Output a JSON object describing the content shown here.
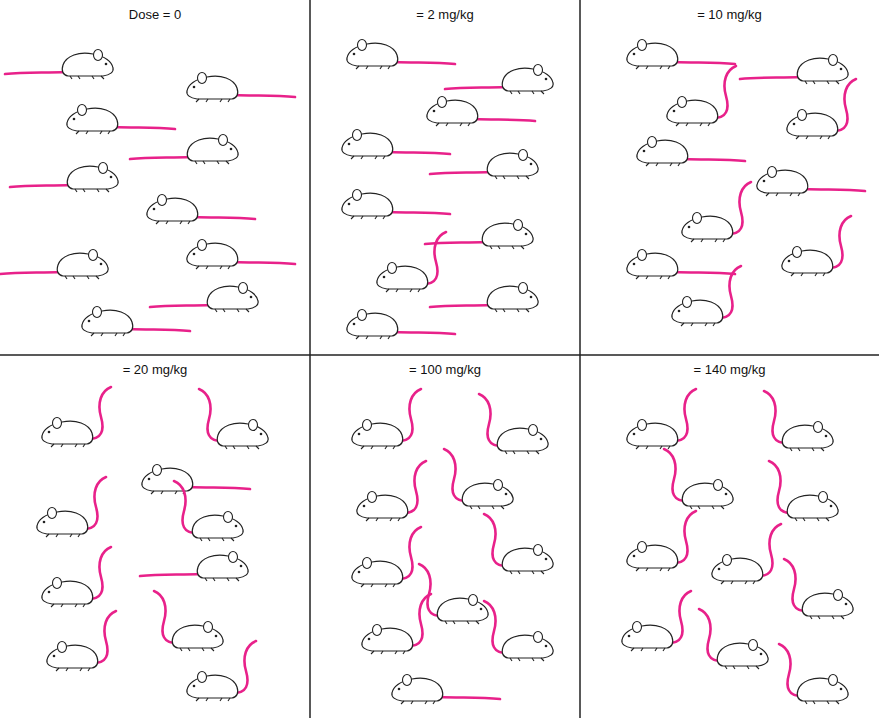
{
  "diagram": {
    "nodes": [
      {
        "text": [
          "Dose = 0"
        ]
      },
      {
        "text": [
          "= 2 mg/kg"
        ]
      },
      {
        "text": [
          "= 10 mg/kg"
        ]
      },
      {
        "text": [
          "= 20 mg/kg"
        ]
      },
      {
        "text": [
          "= 100 mg/kg"
        ]
      },
      {
        "text": [
          "= 140 mg/kg"
        ]
      }
    ]
  }
}
